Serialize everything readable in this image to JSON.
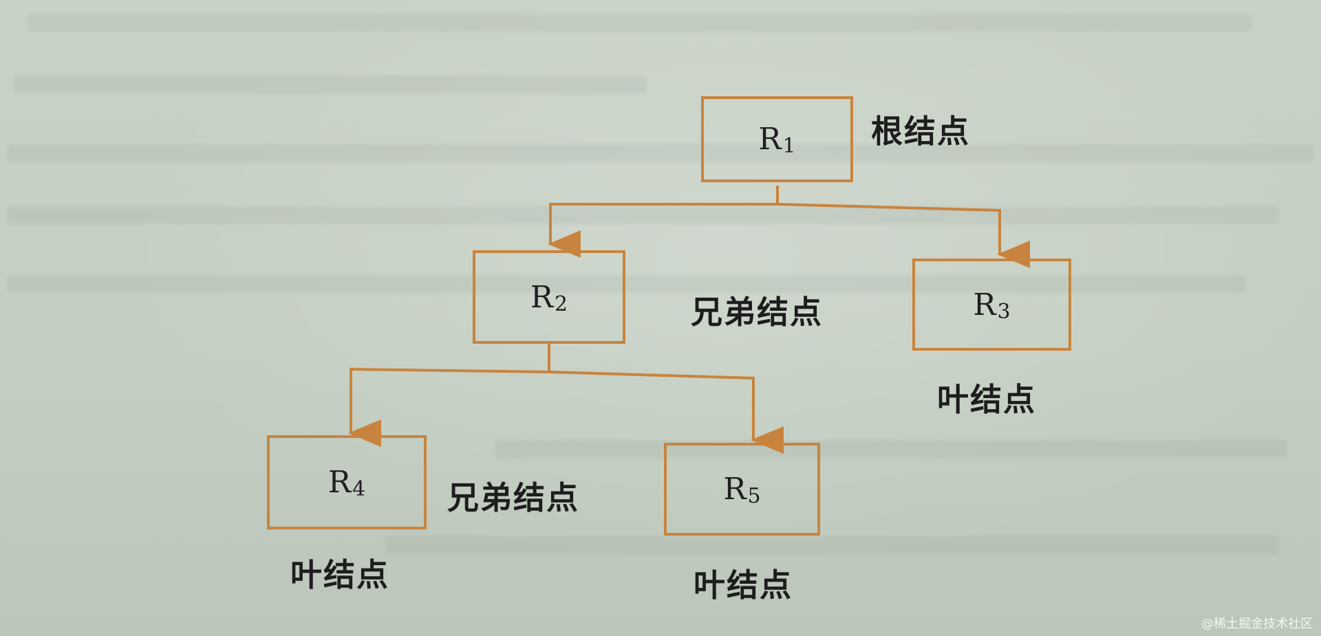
{
  "diagram": {
    "nodes": {
      "r1": {
        "letter": "R",
        "sub": "1"
      },
      "r2": {
        "letter": "R",
        "sub": "2"
      },
      "r3": {
        "letter": "R",
        "sub": "3"
      },
      "r4": {
        "letter": "R",
        "sub": "4"
      },
      "r5": {
        "letter": "R",
        "sub": "5"
      }
    },
    "labels": {
      "root": "根结点",
      "sibling_upper": "兄弟结点",
      "sibling_lower": "兄弟结点",
      "leaf_r3": "叶结点",
      "leaf_r4": "叶结点",
      "leaf_r5": "叶结点"
    },
    "colors": {
      "box_border": "#c8843e",
      "connector": "#c8843e",
      "text": "#1d1d1d"
    }
  },
  "watermark": "@稀土掘金技术社区"
}
